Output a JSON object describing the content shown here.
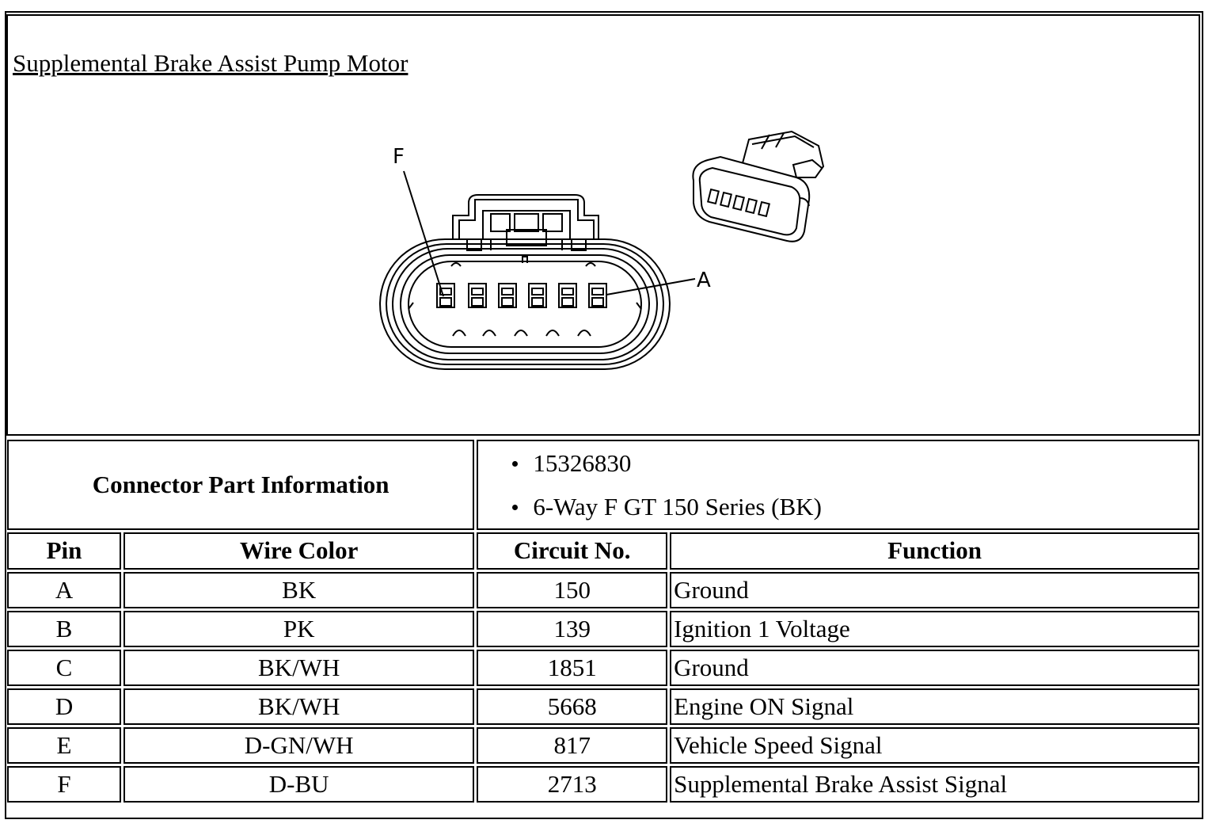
{
  "diagram": {
    "title": "Supplemental Brake Assist Pump Motor",
    "label_f": "F",
    "label_a": "A"
  },
  "part_info": {
    "label": "Connector Part Information",
    "items": [
      "15326830",
      "6-Way F GT 150 Series (BK)"
    ]
  },
  "table": {
    "headers": [
      "Pin",
      "Wire Color",
      "Circuit No.",
      "Function"
    ],
    "rows": [
      {
        "pin": "A",
        "wire": "BK",
        "circuit": "150",
        "function": "Ground"
      },
      {
        "pin": "B",
        "wire": "PK",
        "circuit": "139",
        "function": "Ignition 1 Voltage"
      },
      {
        "pin": "C",
        "wire": "BK/WH",
        "circuit": "1851",
        "function": "Ground"
      },
      {
        "pin": "D",
        "wire": "BK/WH",
        "circuit": "5668",
        "function": "Engine ON Signal"
      },
      {
        "pin": "E",
        "wire": "D-GN/WH",
        "circuit": "817",
        "function": "Vehicle Speed Signal"
      },
      {
        "pin": "F",
        "wire": "D-BU",
        "circuit": "2713",
        "function": "Supplemental Brake Assist Signal"
      }
    ]
  }
}
